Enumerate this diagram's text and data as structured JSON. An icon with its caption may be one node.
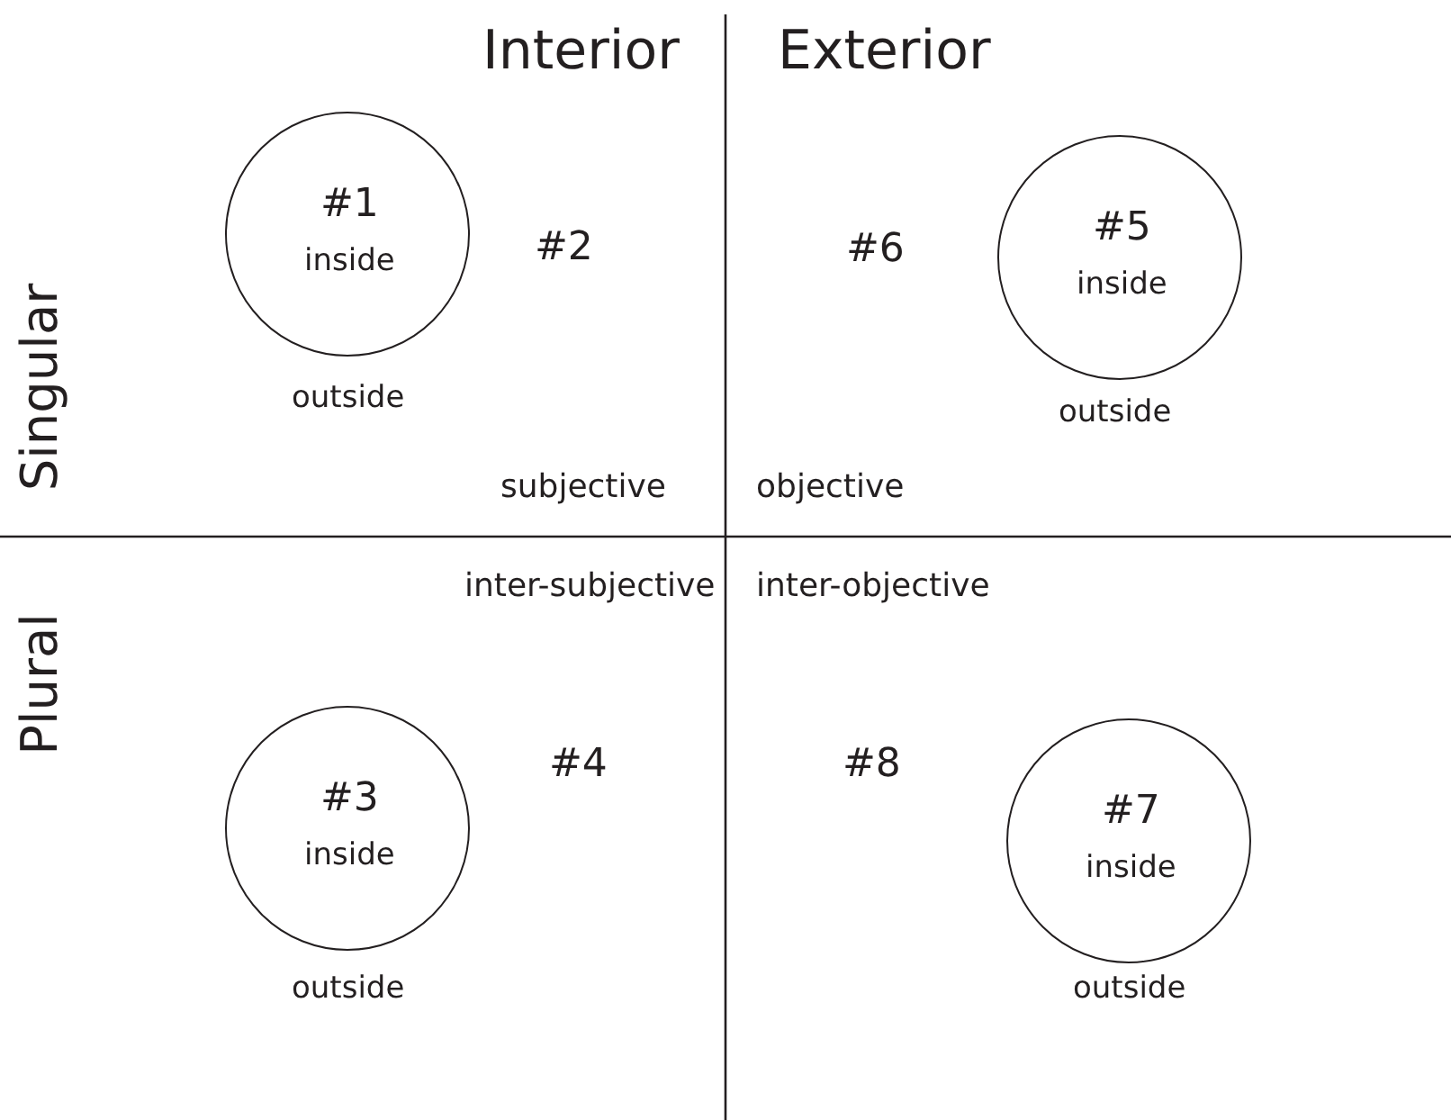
{
  "diagram": {
    "nodes": [
      {
        "text": [
          "#1",
          "inside"
        ],
        "beside": [
          "outside"
        ]
      },
      {
        "text": [
          "#5",
          "inside"
        ],
        "beside": [
          "outside"
        ]
      },
      {
        "text": [
          "#3",
          "inside"
        ],
        "beside": [
          "outside"
        ]
      },
      {
        "text": [
          "#7",
          "inside"
        ],
        "beside": [
          "outside"
        ]
      }
    ],
    "labels": [
      "Interior",
      "Exterior",
      "Singular",
      "#2",
      "#6",
      "subjective",
      "objective",
      "Plural",
      "inter-subjective",
      "inter-objective",
      "#4",
      "#8"
    ]
  }
}
